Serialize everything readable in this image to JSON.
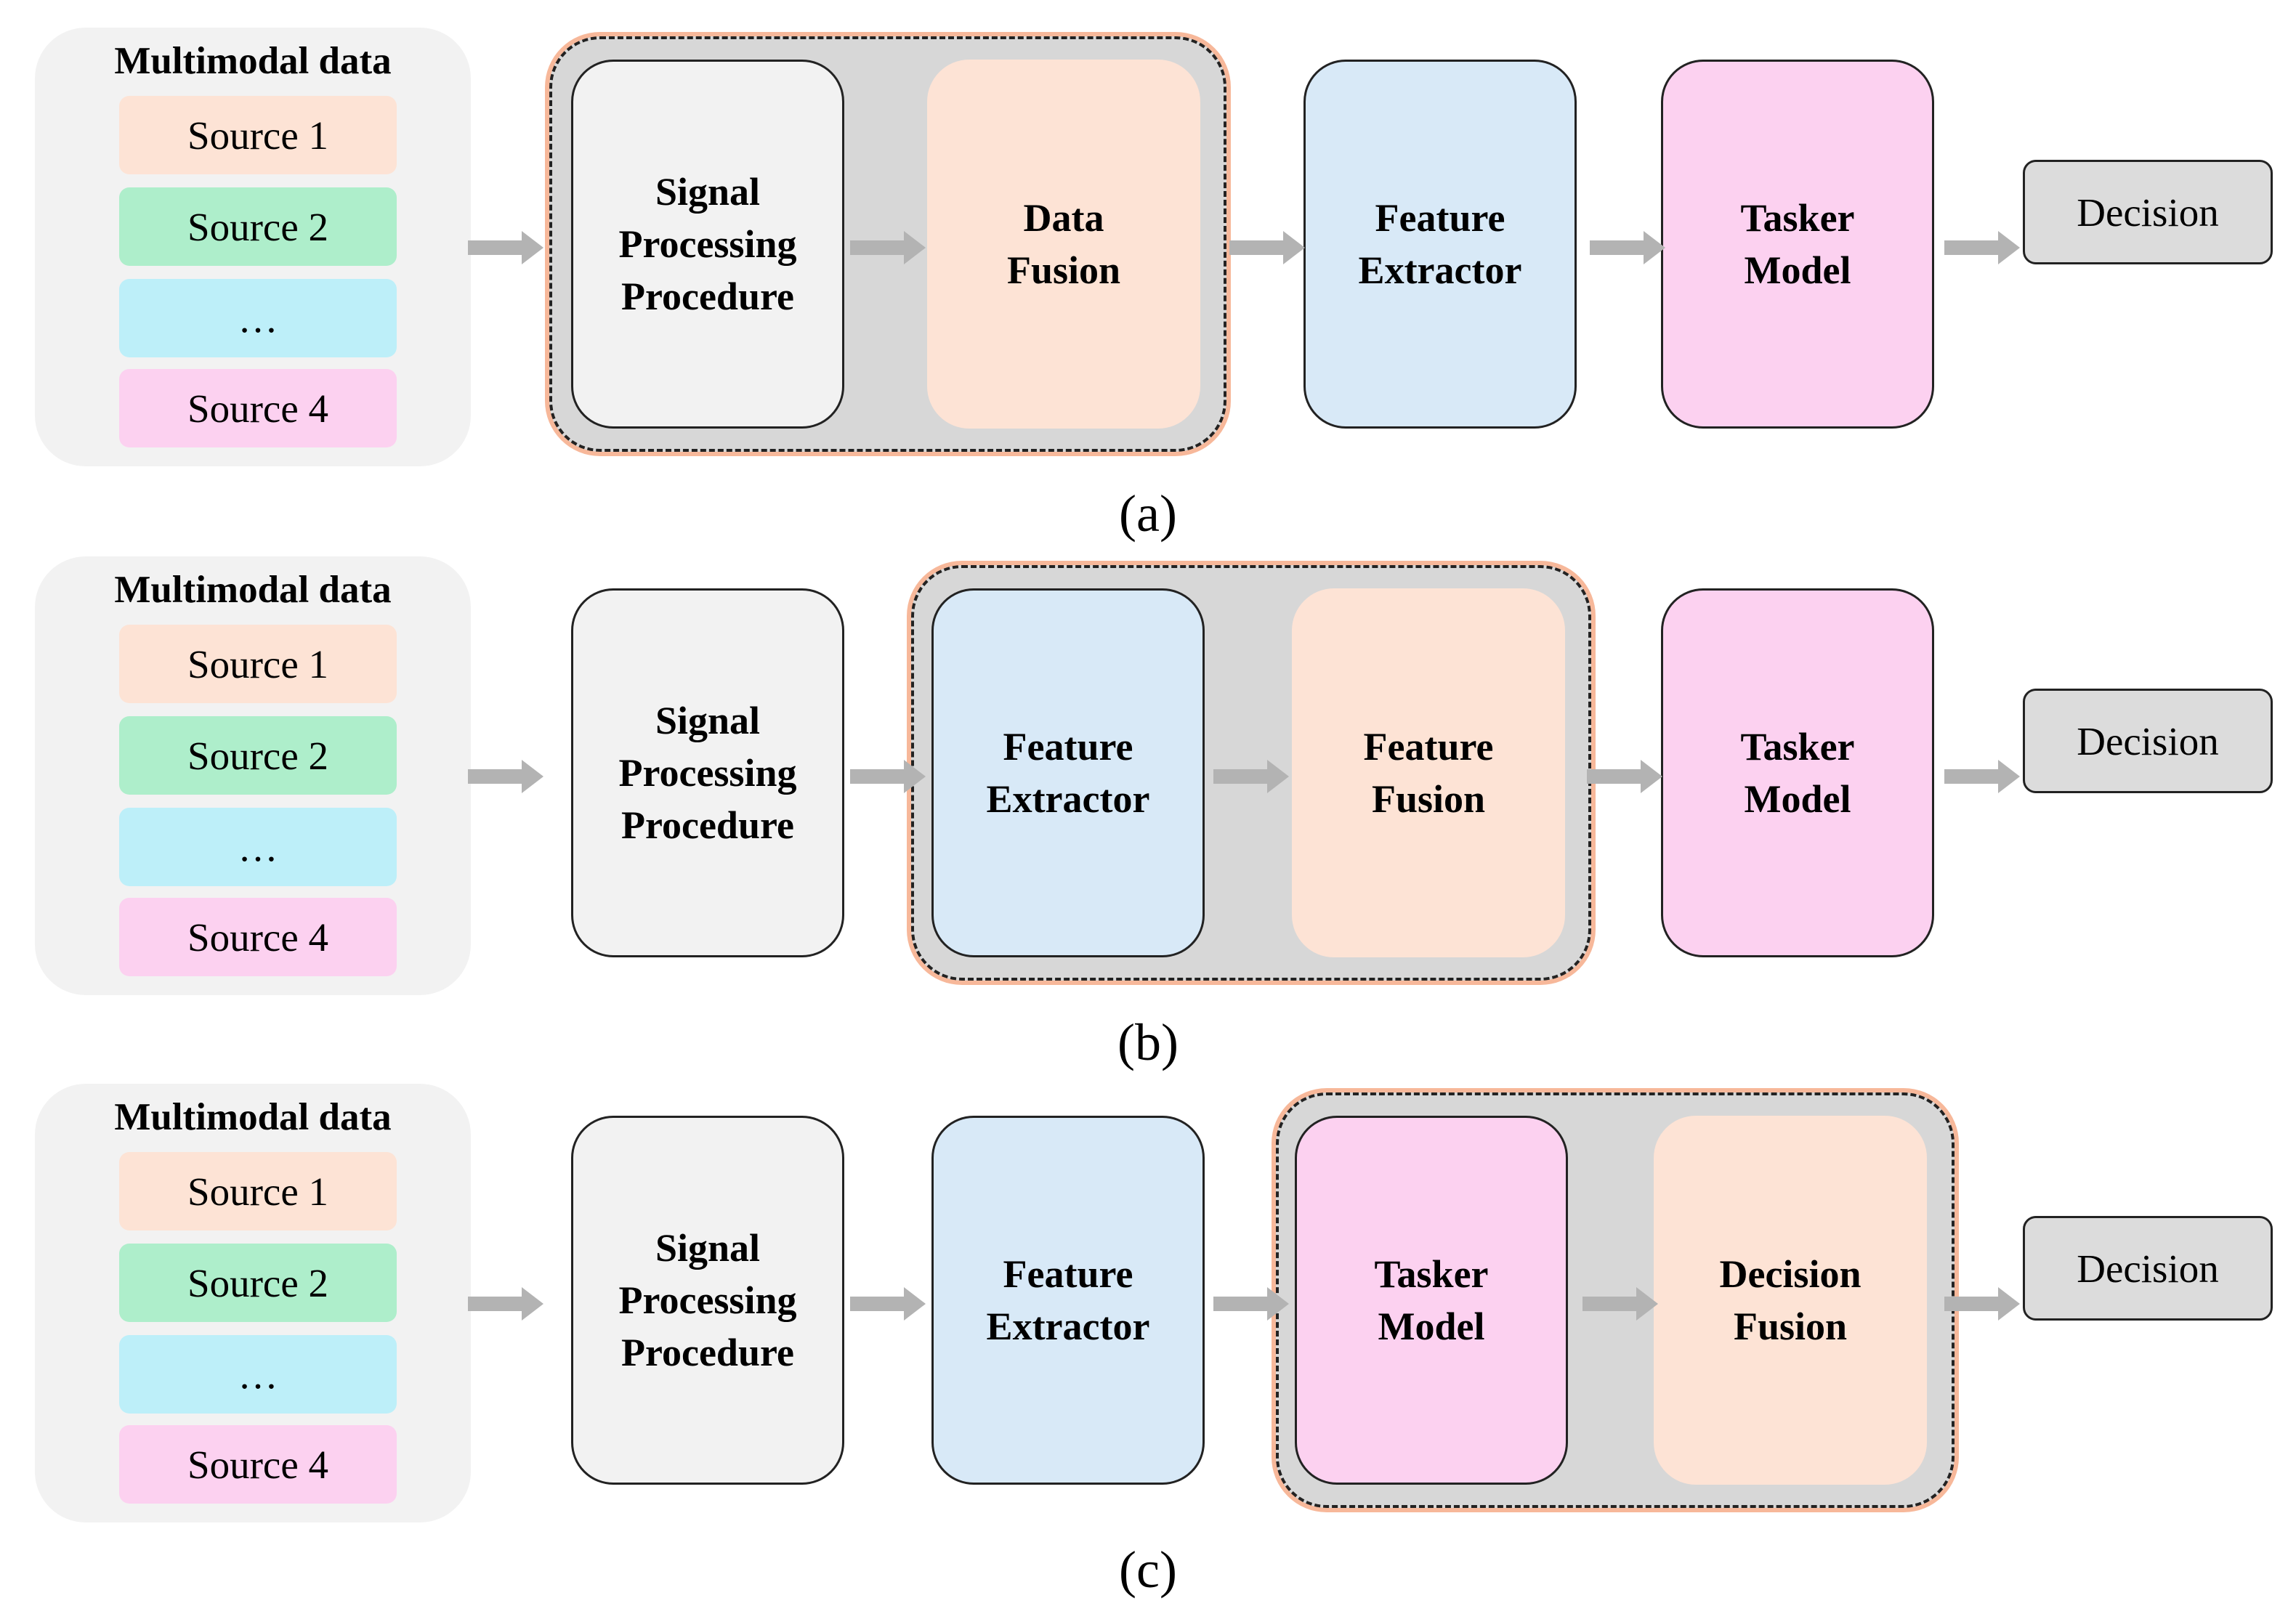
{
  "diagram": {
    "panels": [
      {
        "label": "(a)",
        "multimodal_title": "Multimodal data",
        "sources": [
          "Source 1",
          "Source 2",
          "…",
          "Source 4"
        ],
        "boxes": [
          {
            "text": "Signal\nProcessing\nProcedure",
            "fill": "#f2f2f2",
            "border": true
          },
          {
            "text": "Data\nFusion",
            "fill": "#fde3d5",
            "border": false
          },
          {
            "text": "Feature\nExtractor",
            "fill": "#d8e9f7",
            "border": true
          },
          {
            "text": "Tasker\nModel",
            "fill": "#fcd1f0",
            "border": true
          }
        ],
        "fusion_group": "Data Fusion",
        "decision": "Decision"
      },
      {
        "label": "(b)",
        "multimodal_title": "Multimodal data",
        "sources": [
          "Source 1",
          "Source 2",
          "…",
          "Source 4"
        ],
        "boxes": [
          {
            "text": "Signal\nProcessing\nProcedure",
            "fill": "#f2f2f2",
            "border": true
          },
          {
            "text": "Feature\nExtractor",
            "fill": "#d8e9f7",
            "border": true
          },
          {
            "text": "Feature\nFusion",
            "fill": "#fde3d5",
            "border": false
          },
          {
            "text": "Tasker\nModel",
            "fill": "#fcd1f0",
            "border": true
          }
        ],
        "fusion_group": "Feature Fusion",
        "decision": "Decision"
      },
      {
        "label": "(c)",
        "multimodal_title": "Multimodal data",
        "sources": [
          "Source 1",
          "Source 2",
          "…",
          "Source 4"
        ],
        "boxes": [
          {
            "text": "Signal\nProcessing\nProcedure",
            "fill": "#f2f2f2",
            "border": true
          },
          {
            "text": "Feature\nExtractor",
            "fill": "#d8e9f7",
            "border": true
          },
          {
            "text": "Tasker\nModel",
            "fill": "#fcd1f0",
            "border": true
          },
          {
            "text": "Decision\nFusion",
            "fill": "#fde3d5",
            "border": false
          }
        ],
        "fusion_group": "Decision Fusion",
        "decision": "Decision"
      }
    ],
    "colors": {
      "fusion_outline": "#f7b89a",
      "group_fill": "#d7d7d7",
      "arrow": "#b3b3b3",
      "decision_fill": "#dcdcdc"
    }
  }
}
